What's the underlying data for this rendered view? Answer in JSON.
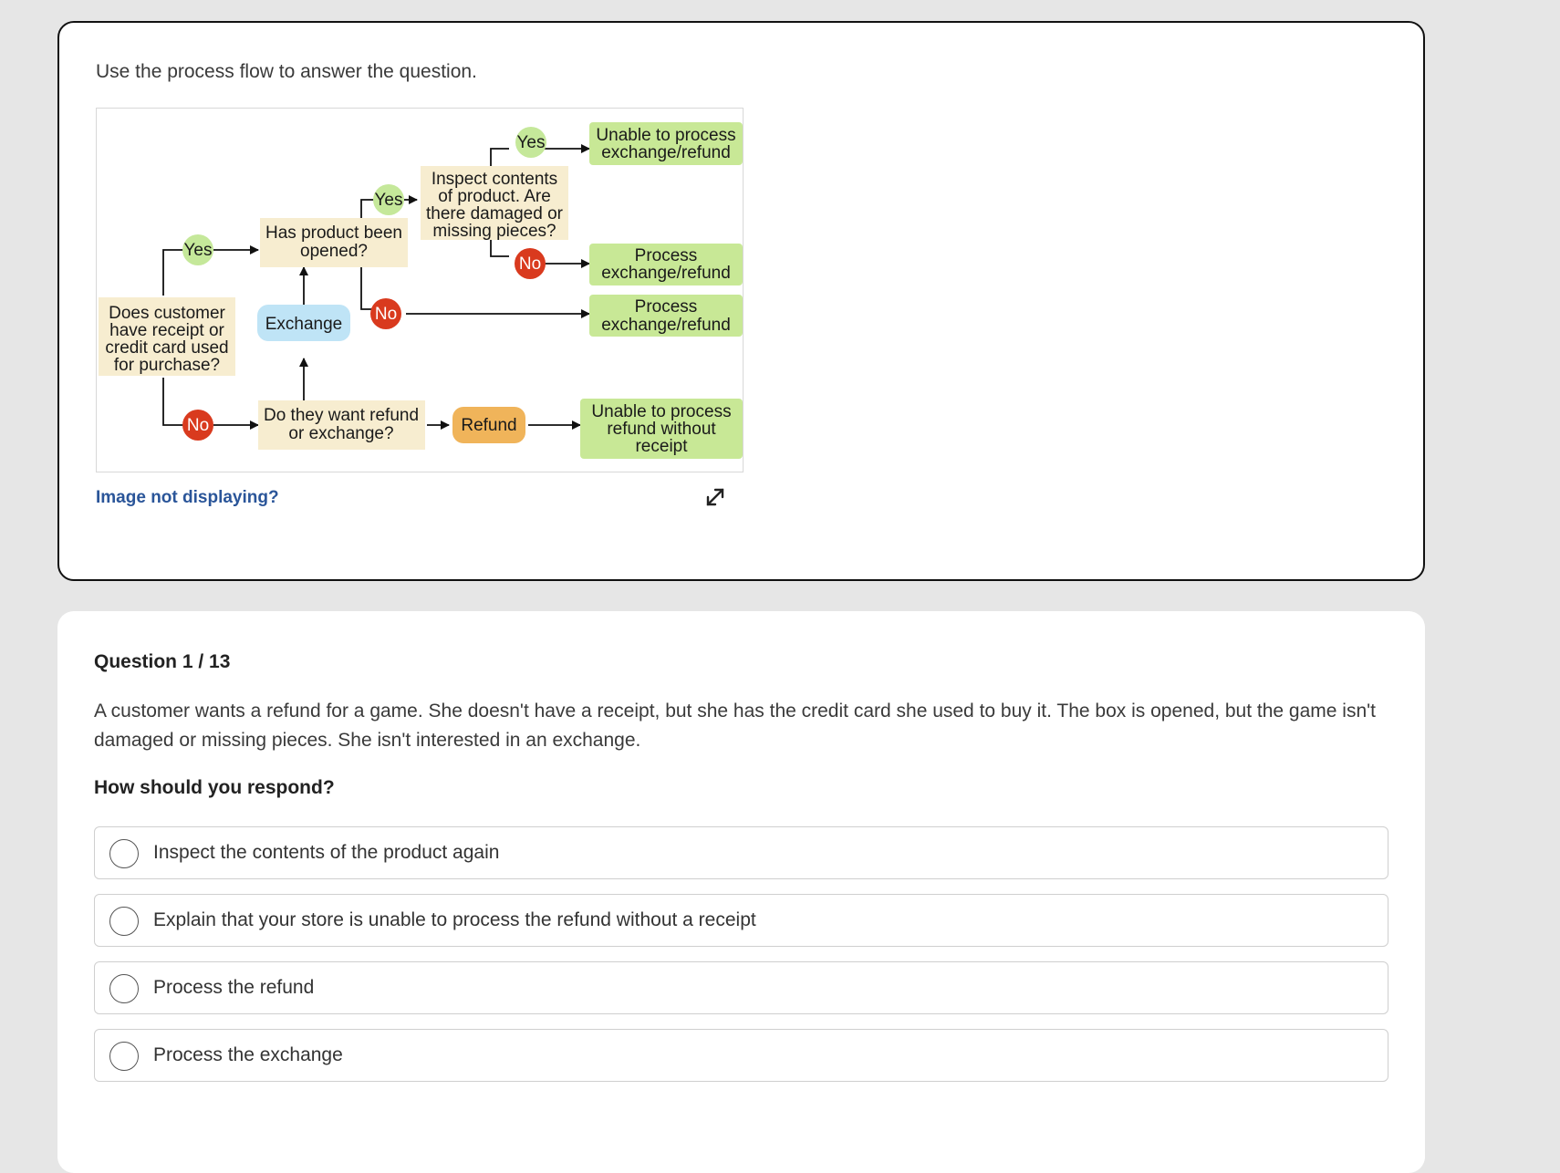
{
  "stimulus": {
    "instruction": "Use the process flow to answer the question.",
    "image_link": "Image not displaying?",
    "expand_icon": "expand-arrows-icon",
    "flowchart": {
      "start_line1": "Does customer",
      "start_line2": "have receipt or",
      "start_line3": "credit card used",
      "start_line4": "for purchase?",
      "yes_label": "Yes",
      "no_label": "No",
      "opened_line1": "Has product been",
      "opened_line2": "opened?",
      "inspect_line1": "Inspect contents",
      "inspect_line2": "of product. Are",
      "inspect_line3": "there damaged or",
      "inspect_line4": "missing pieces?",
      "exchange": "Exchange",
      "want_line1": "Do they want refund",
      "want_line2": "or exchange?",
      "refund": "Refund",
      "unable_exchange_line1": "Unable to process",
      "unable_exchange_line2": "exchange/refund",
      "process_line1": "Process",
      "process_line2": "exchange/refund",
      "unable_refund_line1": "Unable to process",
      "unable_refund_line2": "refund without",
      "unable_refund_line3": "receipt",
      "colors": {
        "decision_box": "#f7edd0",
        "yes_circle": "#c5e89a",
        "no_circle": "#d93a1e",
        "outcome_green": "#c8e896",
        "exchange_blue": "#bfe4f6",
        "refund_orange": "#f0b45a"
      }
    }
  },
  "question": {
    "counter": "Question 1 / 13",
    "stem": "A customer wants a refund for a game. She doesn't have a receipt, but she has the credit card she used to buy it. The box is opened, but the game isn't damaged or missing pieces. She isn't interested in an exchange.",
    "prompt": "How should you respond?",
    "options": [
      {
        "label": "Inspect the contents of the product again"
      },
      {
        "label": "Explain that your store is unable to process the refund without a receipt"
      },
      {
        "label": "Process the refund"
      },
      {
        "label": "Process the exchange"
      }
    ]
  }
}
